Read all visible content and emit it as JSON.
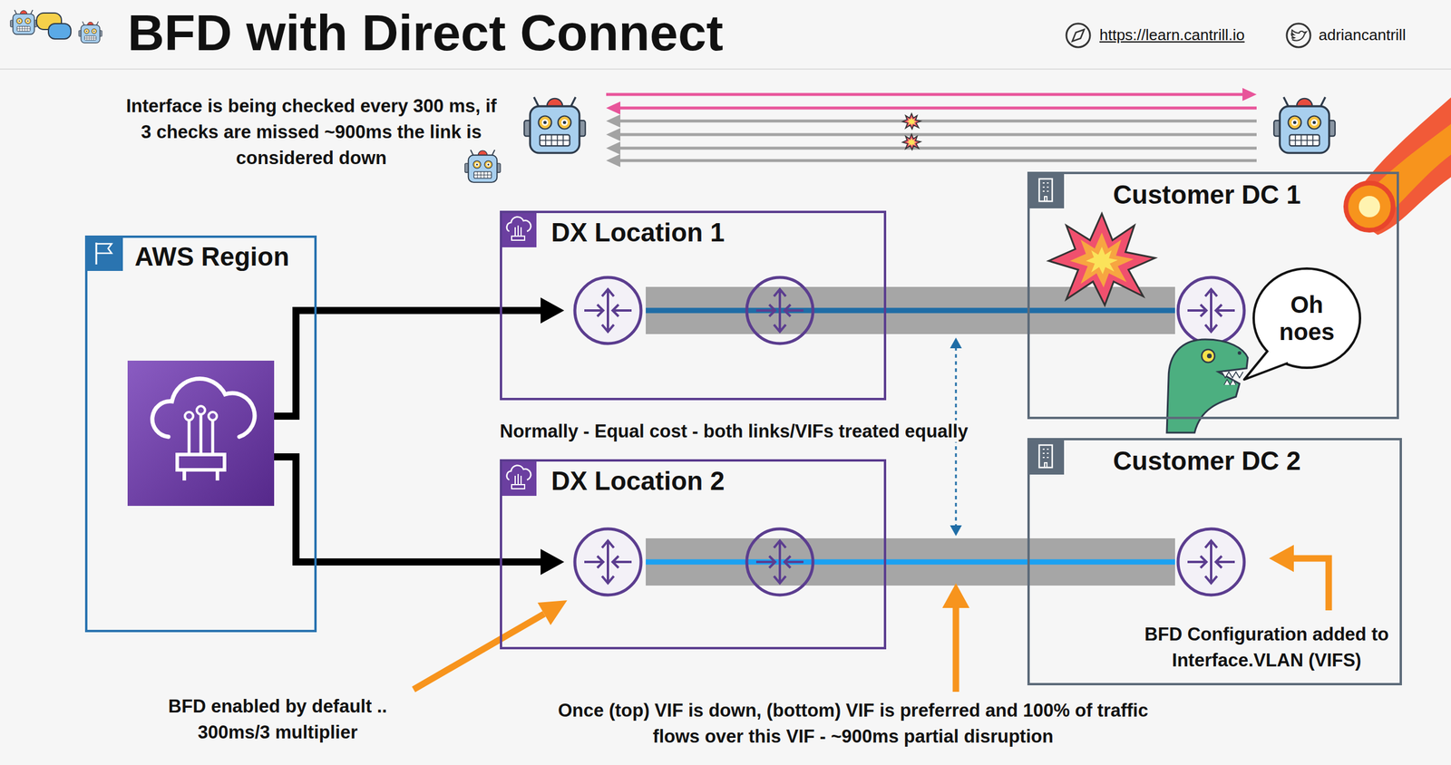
{
  "diagram": {
    "title": "BFD with Direct Connect",
    "nodes": [
      {
        "text": [
          "AWS Region"
        ]
      },
      {
        "text": [
          "DX Location 1"
        ]
      },
      {
        "text": [
          "Customer DC 1"
        ]
      },
      {
        "text": [
          "Oh noes"
        ],
        "in": 2
      },
      {
        "text": [
          "DX Location 2"
        ]
      },
      {
        "text": [
          "Customer DC 2",
          "BFD Configuration added to Interface.VLAN (VIFS)"
        ]
      }
    ],
    "edges": [
      {
        "from": 0,
        "to": 1,
        "arrow": "to"
      },
      {
        "from": 0,
        "to": 4,
        "arrow": "to"
      },
      {
        "from": 1,
        "to": 2,
        "arrow": "none"
      },
      {
        "from": 4,
        "to": 5,
        "arrow": "none"
      }
    ],
    "labels": [
      "https://learn.cantrill.io",
      "adriancantrill",
      "Interface is being checked every 300 ms, if 3 checks are missed ~900ms the link is considered down",
      "Normally - Equal cost - both links/VIFs treated equally",
      "BFD enabled by default .. 300ms/3 multiplier",
      "Once (top) VIF is down, (bottom) VIF is preferred and 100% of traffic flows over this VIF - ~900ms partial disruption"
    ]
  }
}
